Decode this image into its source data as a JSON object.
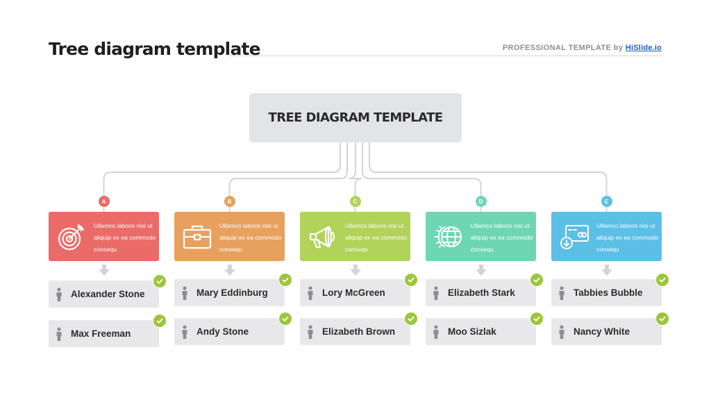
{
  "header": {
    "title": "Tree diagram template",
    "brand_prefix": "PROFESSIONAL TEMPLATE by ",
    "brand_link": "HiSlide.io"
  },
  "root": {
    "title": "TREE DIAGRAM TEMPLATE"
  },
  "branches": [
    {
      "letter": "A",
      "color": "#ea6b68",
      "icon": "target-icon",
      "text": "Ullamco laboris nisi ut aliquip ex ea commodo consequ",
      "people": [
        "Alexander Stone",
        "Max Freeman"
      ]
    },
    {
      "letter": "B",
      "color": "#e7a05e",
      "icon": "briefcase-icon",
      "text": "Ullamco laboris nisi ut aliquip ex ea commodo consequ",
      "people": [
        "Mary Eddinburg",
        "Andy Stone"
      ]
    },
    {
      "letter": "C",
      "color": "#b1d35a",
      "icon": "megaphone-icon",
      "text": "Ullamco laboris nisi ut aliquip ex ea commodo consequ",
      "people": [
        "Lory McGreen",
        "Elizabeth Brown"
      ]
    },
    {
      "letter": "D",
      "color": "#6fd6b4",
      "icon": "globe-gear-icon",
      "text": "Ullamco laboris nisi ut aliquip ex ea commodo consequ",
      "people": [
        "Elizabeth Stark",
        "Moo Sizlak"
      ]
    },
    {
      "letter": "E",
      "color": "#5bbfe6",
      "icon": "payment-card-icon",
      "text": "Ullamco laboris nisi ut aliquip ex ea commodo consequ",
      "people": [
        "Tabbies Bubble",
        "Nancy White"
      ]
    }
  ],
  "colors": {
    "connector": "#d3d4d8",
    "check": "#9cc63b",
    "person_bg": "#e8e8ea",
    "root_bg": "#e3e4e8"
  }
}
